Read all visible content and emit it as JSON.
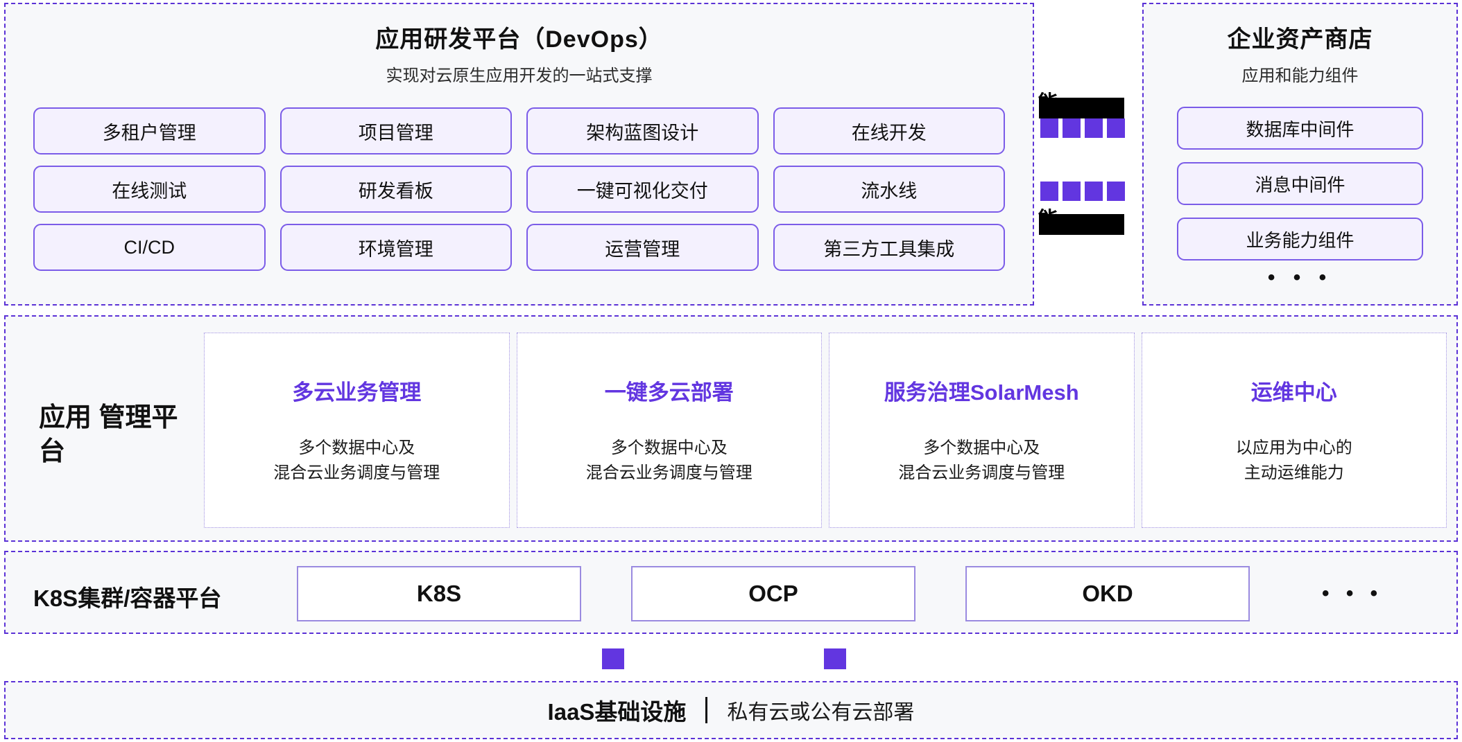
{
  "colors": {
    "accent_purple": "#6236E0",
    "pill_border": "#7B5CE8",
    "pill_fill": "#F4F1FE",
    "panel_bg": "#F7F8FA",
    "dashed_border": "#5B32D6",
    "text_dark": "#111111"
  },
  "devops": {
    "title": "应用研发平台（DevOps）",
    "subtitle": "实现对云原生应用开发的一站式支撑",
    "items": [
      "多租户管理",
      "项目管理",
      "架构蓝图设计",
      "在线开发",
      "在线测试",
      "研发看板",
      "一键可视化交付",
      "流水线",
      "CI/CD",
      "环境管理",
      "运营管理",
      "第三方工具集成"
    ]
  },
  "connector": {
    "redacted_top_label": "能",
    "redacted_bottom_label": "能",
    "square_count_row1": 4,
    "square_count_row2": 4
  },
  "store": {
    "title": "企业资产商店",
    "subtitle": "应用和能力组件",
    "items": [
      "数据库中间件",
      "消息中间件",
      "业务能力组件"
    ],
    "more": "• • •"
  },
  "management": {
    "label": "应用\n管理平台",
    "cards": [
      {
        "title": "多云业务管理",
        "desc": "多个数据中心及\n混合云业务调度与管理"
      },
      {
        "title": "一键多云部署",
        "desc": "多个数据中心及\n混合云业务调度与管理"
      },
      {
        "title": "服务治理SolarMesh",
        "desc": "多个数据中心及\n混合云业务调度与管理"
      },
      {
        "title": "运维中心",
        "desc": "以应用为中心的\n主动运维能力"
      }
    ]
  },
  "k8s": {
    "label": "K8S集群/容器平台",
    "boxes": [
      "K8S",
      "OCP",
      "OKD"
    ],
    "more": "• • •"
  },
  "iaas": {
    "title": "IaaS基础设施",
    "subtitle": "私有云或公有云部署"
  }
}
